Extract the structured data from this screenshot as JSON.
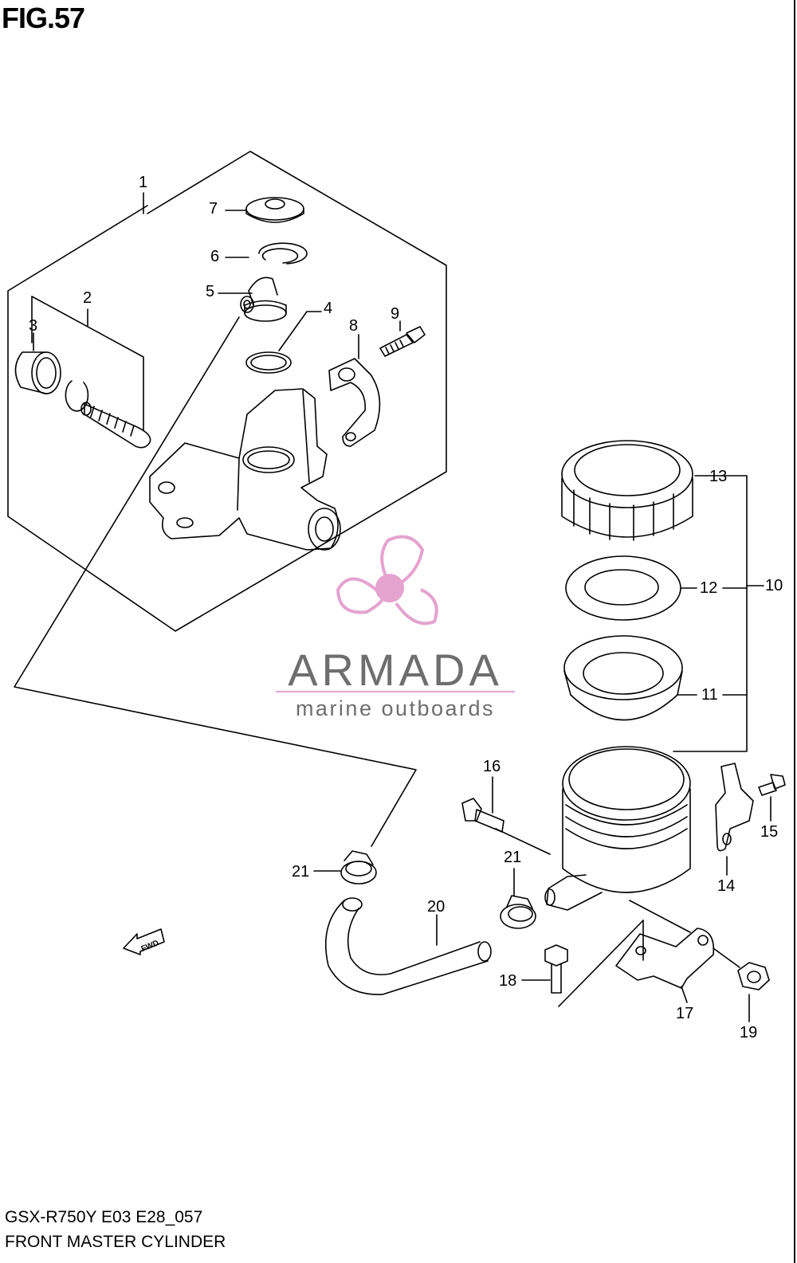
{
  "figure": {
    "title": "FIG.57",
    "model_code": "GSX-R750Y E03 E28_057",
    "caption": "FRONT MASTER CYLINDER"
  },
  "watermark": {
    "brand": "ARMADA",
    "tagline": "marine outboards",
    "color": "#e5a3cf"
  },
  "direction_tag": "FWD",
  "callouts": [
    "1",
    "2",
    "3",
    "4",
    "5",
    "6",
    "7",
    "8",
    "9",
    "10",
    "11",
    "12",
    "13",
    "14",
    "15",
    "16",
    "17",
    "18",
    "19",
    "20",
    "21",
    "21"
  ]
}
